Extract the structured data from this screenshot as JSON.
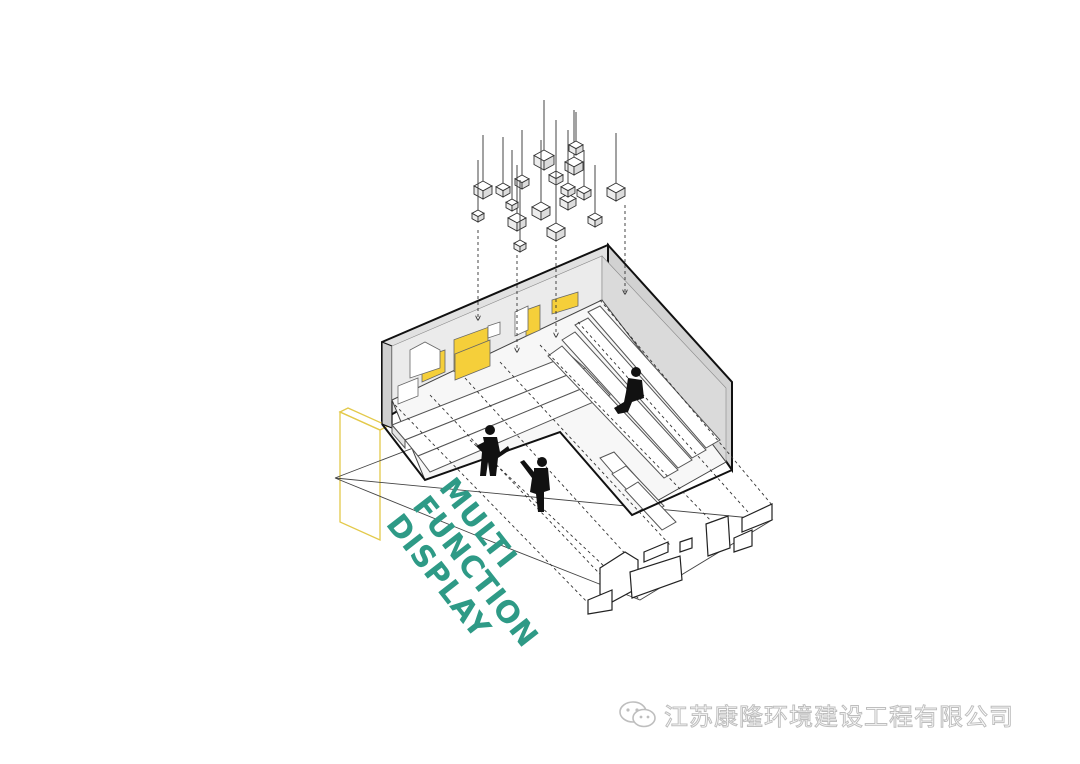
{
  "label": {
    "lines": [
      "MULTI",
      "FUNCTION",
      "DISPLAY"
    ],
    "color": "#2e9a86"
  },
  "watermark": {
    "text": "江苏康隆环境建设工程有限公司",
    "icon": "wechat-icon"
  },
  "colors": {
    "outline": "#111111",
    "wall": "#d9d9d9",
    "floor": "#ffffff",
    "panel": "#f5cf3a",
    "guide": "#e3c94a",
    "dash": "#333333"
  },
  "scene": {
    "people": [
      "seated-person-icon",
      "guitarist-person-icon",
      "pointing-person-icon"
    ],
    "hanging_cube_count": 18
  }
}
